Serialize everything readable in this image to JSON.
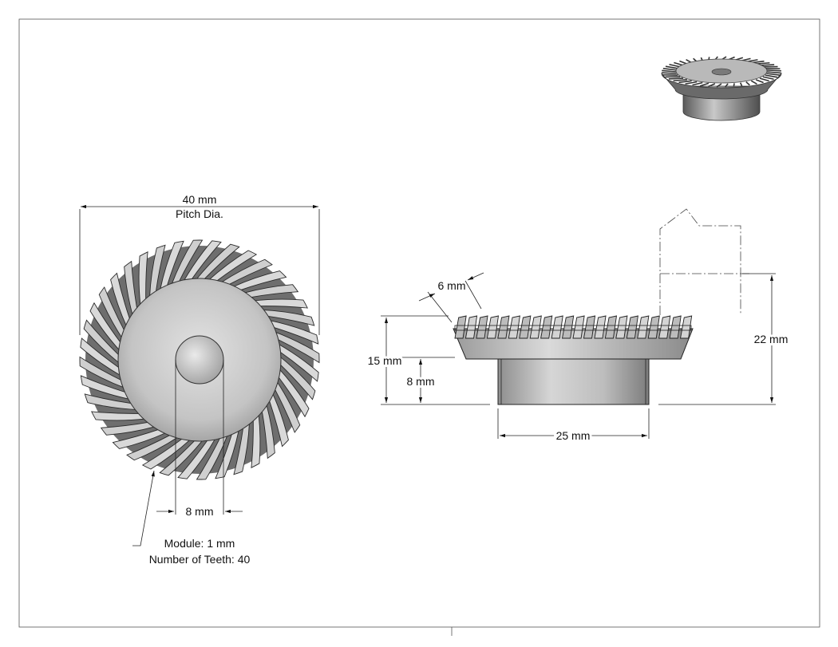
{
  "drawing": {
    "front_view": {
      "pitch_dia_value": "40 mm",
      "pitch_dia_label": "Pitch Dia.",
      "bore_value": "8 mm",
      "note_module": "Module: 1 mm",
      "note_teeth": "Number of Teeth: 40",
      "tooth_count": 40
    },
    "side_view": {
      "face_width": "6 mm",
      "overall_height": "15 mm",
      "hub_height": "8 mm",
      "mounting_distance": "22 mm",
      "hub_diameter": "25 mm"
    },
    "colors": {
      "gear_fill": "#b5b5b5",
      "gear_dark": "#6e6e6e",
      "gear_light": "#d9d9d9",
      "line": "#222222"
    }
  }
}
